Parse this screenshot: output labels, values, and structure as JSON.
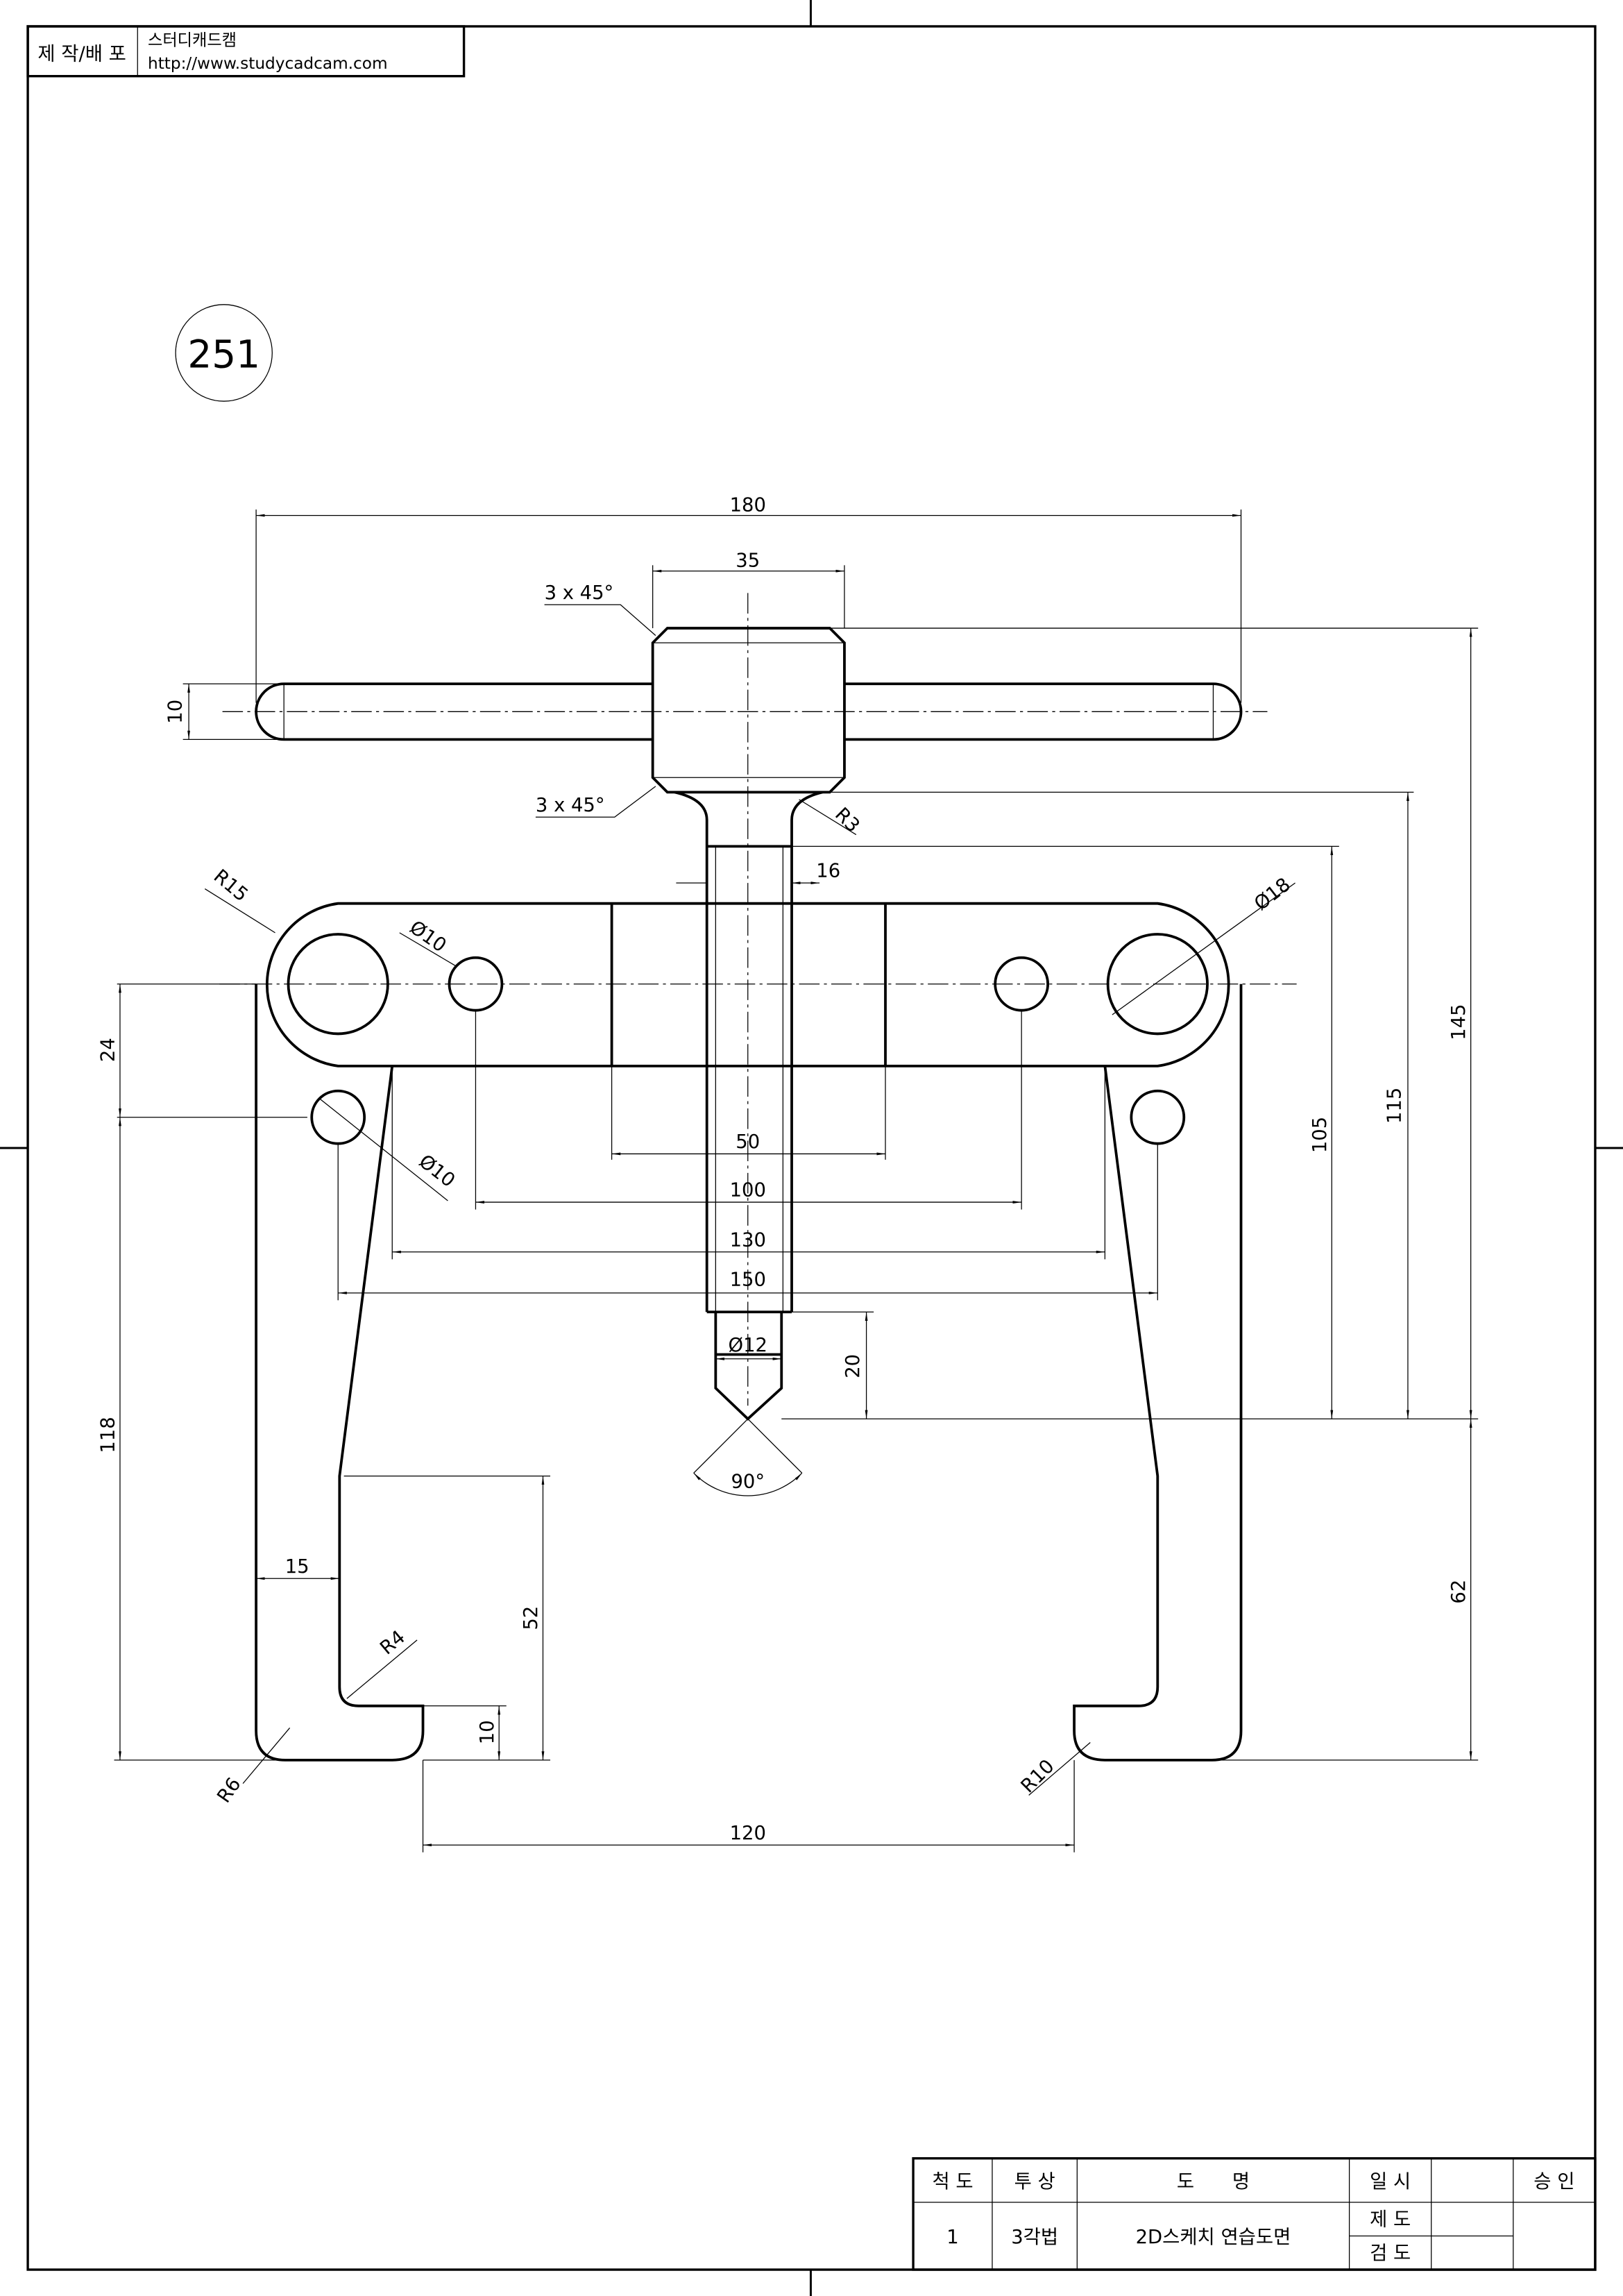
{
  "header": {
    "label": "제 작/배 포",
    "company": "스터디캐드캠",
    "url": "http://www.studycadcam.com"
  },
  "drawing_number": "251",
  "dims": {
    "d180": "180",
    "d35": "35",
    "chamfer_top": "3 x 45°",
    "chamfer_bottom": "3 x 45°",
    "d10_handle": "10",
    "r3": "R3",
    "d16": "16",
    "r15": "R15",
    "dia10_top": "Ø10",
    "dia18": "Ø18",
    "d24": "24",
    "dia10_bottom": "Ø10",
    "d50": "50",
    "d100": "100",
    "d130": "130",
    "d150": "150",
    "dia12": "Ø12",
    "d20": "20",
    "angle90": "90°",
    "d105": "105",
    "d115": "115",
    "d145": "145",
    "d118": "118",
    "d15": "15",
    "r4": "R4",
    "d52": "52",
    "d10_foot": "10",
    "r6": "R6",
    "r10": "R10",
    "d120": "120",
    "d62": "62"
  },
  "title_block": {
    "scale_label": "척 도",
    "projection_label": "투 상",
    "name_label": "도　　명",
    "date_label": "일 시",
    "approval_label": "승 인",
    "scale": "1",
    "projection": "3각법",
    "name": "2D스케치 연습도면",
    "drawn_label": "제 도",
    "checked_label": "검 도"
  }
}
